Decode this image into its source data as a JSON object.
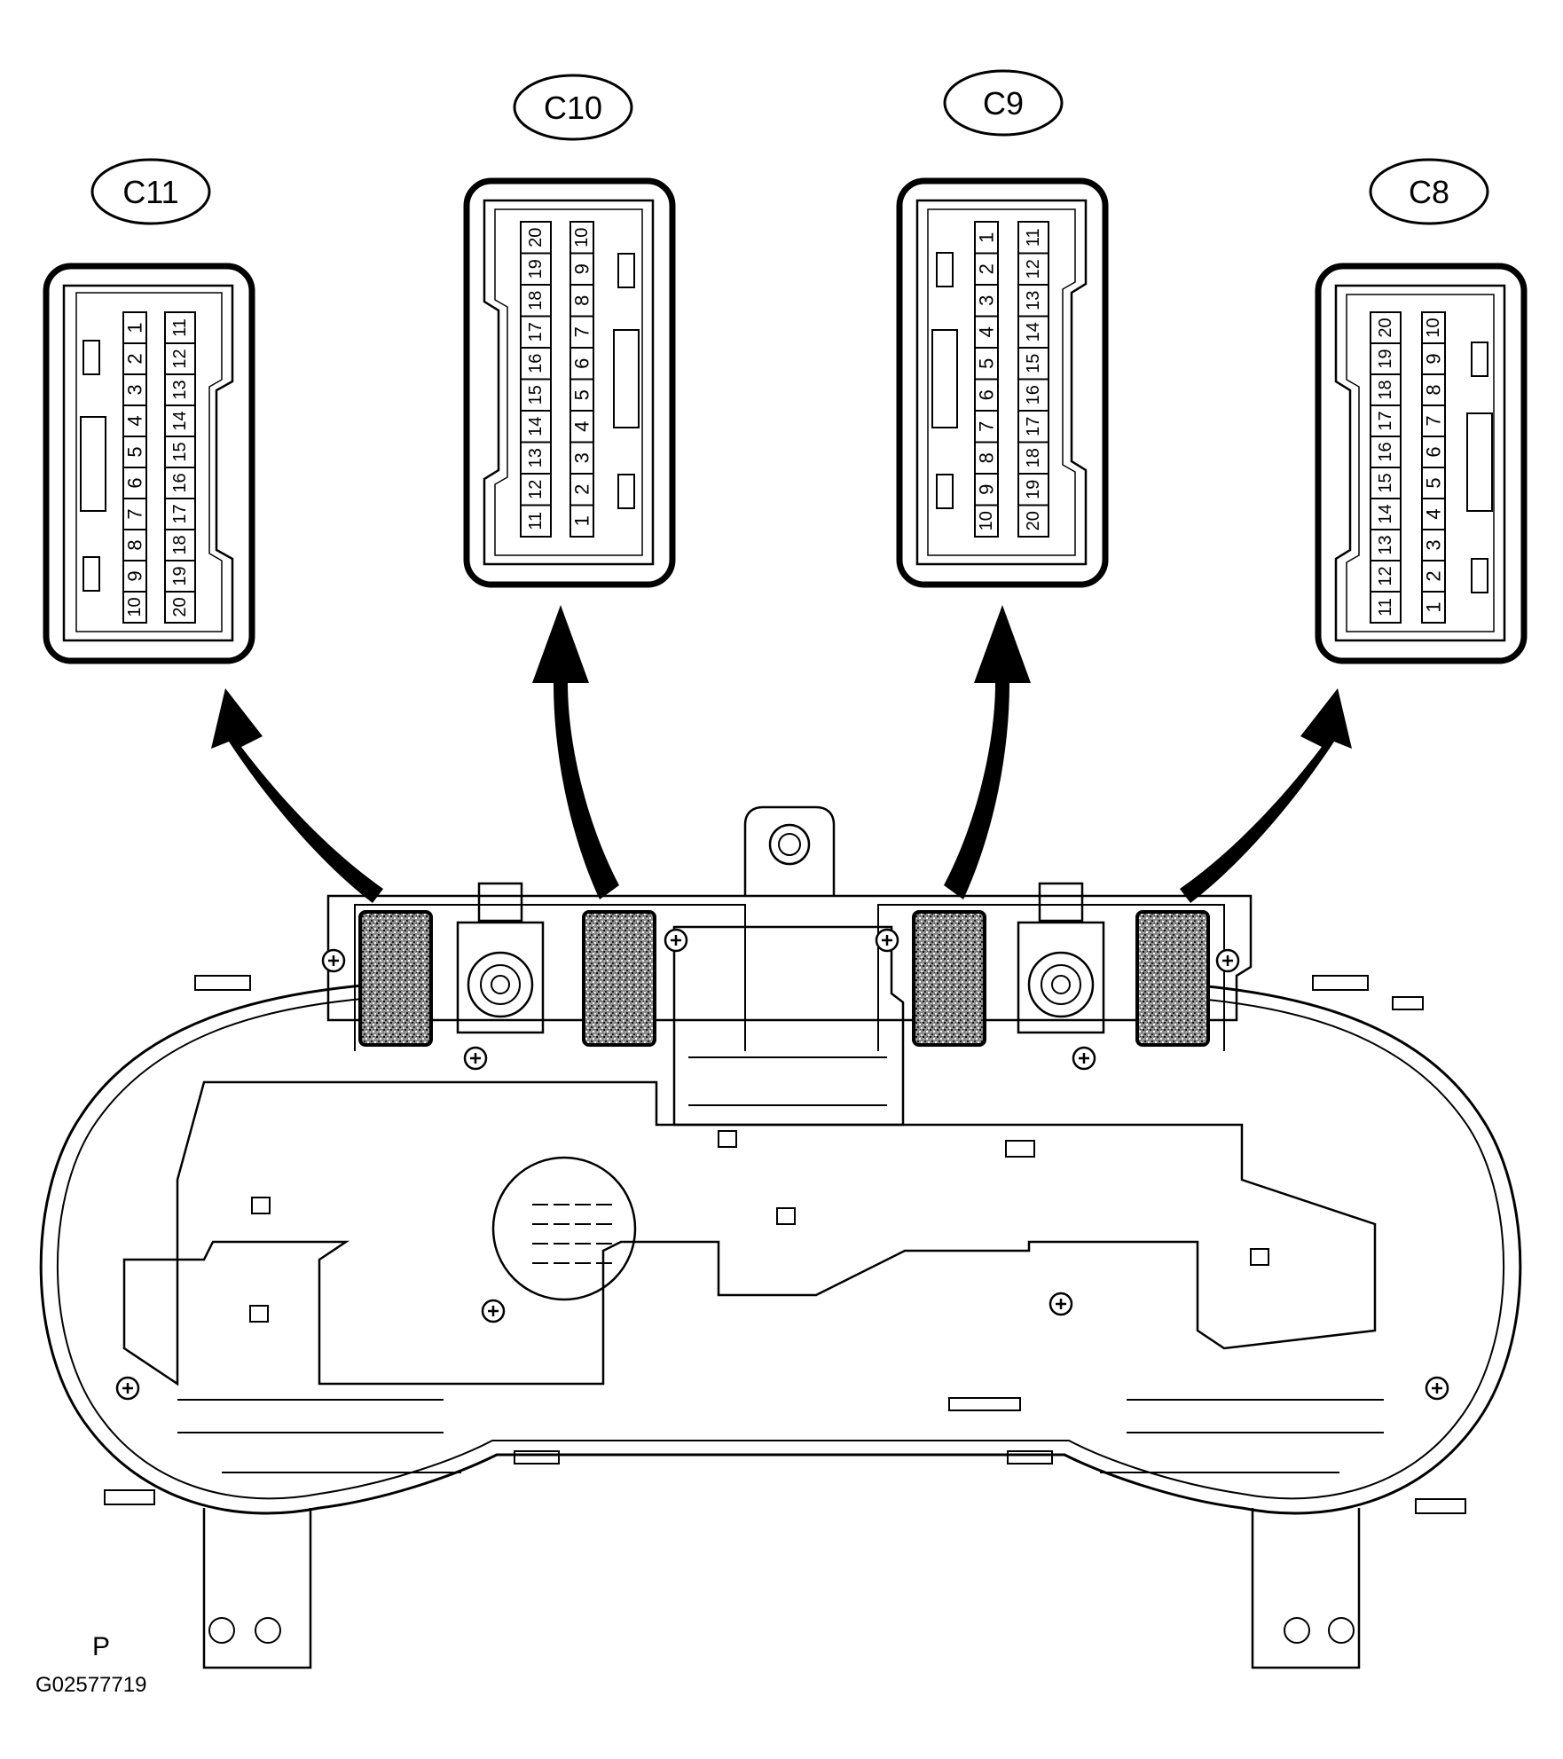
{
  "figure": {
    "view_code": "P",
    "figure_id": "G02577719"
  },
  "connectors": [
    {
      "id": "C11",
      "outer_pins": [
        "1",
        "2",
        "3",
        "4",
        "5",
        "6",
        "7",
        "8",
        "9",
        "10"
      ],
      "inner_pins": [
        "11",
        "12",
        "13",
        "14",
        "15",
        "16",
        "17",
        "18",
        "19",
        "20"
      ]
    },
    {
      "id": "C10",
      "outer_pins": [
        "10",
        "9",
        "8",
        "7",
        "6",
        "5",
        "4",
        "3",
        "2",
        "1"
      ],
      "inner_pins": [
        "20",
        "19",
        "18",
        "17",
        "16",
        "15",
        "14",
        "13",
        "12",
        "11"
      ]
    },
    {
      "id": "C9",
      "outer_pins": [
        "1",
        "2",
        "3",
        "4",
        "5",
        "6",
        "7",
        "8",
        "9",
        "10"
      ],
      "inner_pins": [
        "11",
        "12",
        "13",
        "14",
        "15",
        "16",
        "17",
        "18",
        "19",
        "20"
      ]
    },
    {
      "id": "C8",
      "outer_pins": [
        "10",
        "9",
        "8",
        "7",
        "6",
        "5",
        "4",
        "3",
        "2",
        "1"
      ],
      "inner_pins": [
        "20",
        "19",
        "18",
        "17",
        "16",
        "15",
        "14",
        "13",
        "12",
        "11"
      ]
    }
  ],
  "colors": {
    "ink": "#000000",
    "paper": "#ffffff",
    "socket_fill": "#6e6e6e"
  }
}
